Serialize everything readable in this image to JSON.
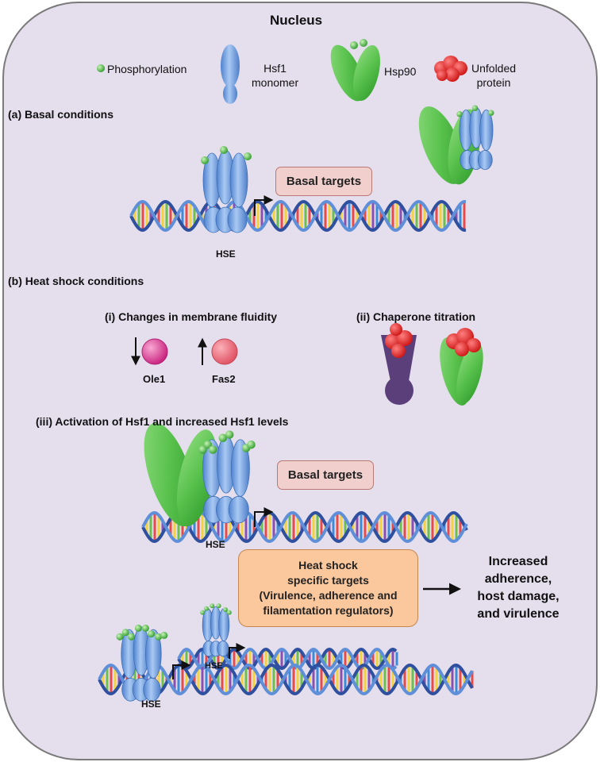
{
  "title": "Nucleus",
  "legend": {
    "phosphorylation": "Phosphorylation",
    "hsf1": "Hsf1\nmonomer",
    "hsp90": "Hsp90",
    "unfolded": "Unfolded\nprotein"
  },
  "sections": {
    "a": "(a) Basal conditions",
    "b": "(b) Heat shock conditions",
    "i": "(i) Changes in membrane fluidity",
    "ii": "(ii) Chaperone titration",
    "iii": "(iii) Activation of Hsf1 and increased Hsf1 levels"
  },
  "labels": {
    "basal_targets": "Basal targets",
    "hse": "HSE",
    "ole1": "Ole1",
    "fas2": "Fas2",
    "heat_shock_targets": "Heat shock\nspecific targets\n(Virulence, adherence and\nfilamentation regulators)",
    "outcome": "Increased\nadherence,\nhost damage,\nand virulence"
  },
  "colors": {
    "background": "#e4deed",
    "hsf1": "#6f9fe0",
    "hsp90": "#58c14c",
    "phospho": "#5bc24a",
    "unfolded": "#e52b2b",
    "ole1": "#e0459a",
    "fas2": "#ef6f7d",
    "chaperone_purple": "#5b3f7a"
  }
}
